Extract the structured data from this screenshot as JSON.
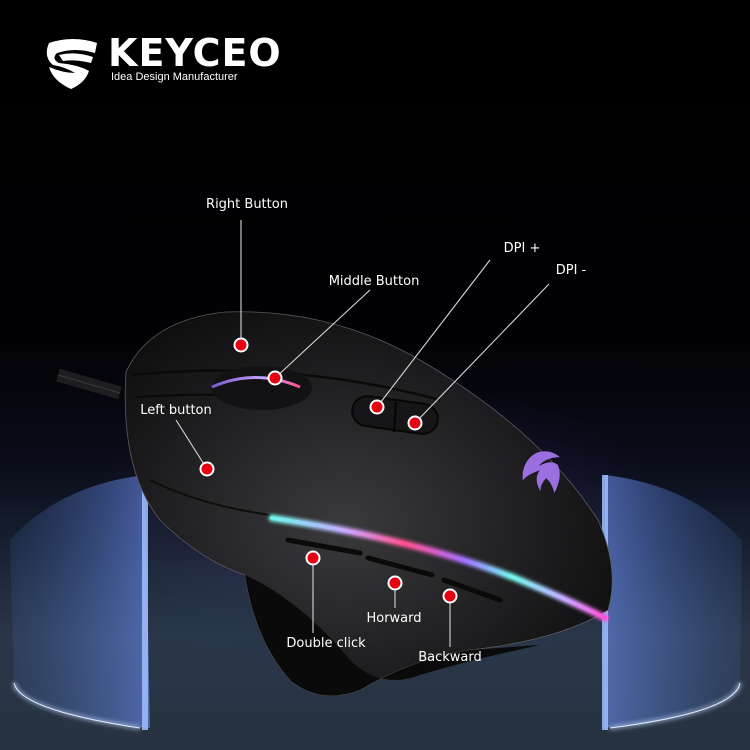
{
  "brand": {
    "name": "KEYCEO",
    "tagline": "Idea Design Manufacturer"
  },
  "colors": {
    "background": "#000000",
    "callout_dot": "#e60012",
    "callout_line": "#d8d8d8",
    "label_text": "#ffffff",
    "mouse_logo": "#9b6fe0",
    "glow_panel": "#6fa0ff"
  },
  "callouts": [
    {
      "id": "right-button",
      "label": "Right Button"
    },
    {
      "id": "middle-button",
      "label": "Middle Button"
    },
    {
      "id": "dpi-plus",
      "label": "DPI +"
    },
    {
      "id": "dpi-minus",
      "label": "DPI -"
    },
    {
      "id": "left-button",
      "label": "Left button"
    },
    {
      "id": "double-click",
      "label": "Double click"
    },
    {
      "id": "forward",
      "label": "Horward"
    },
    {
      "id": "backward",
      "label": "Backward"
    }
  ]
}
